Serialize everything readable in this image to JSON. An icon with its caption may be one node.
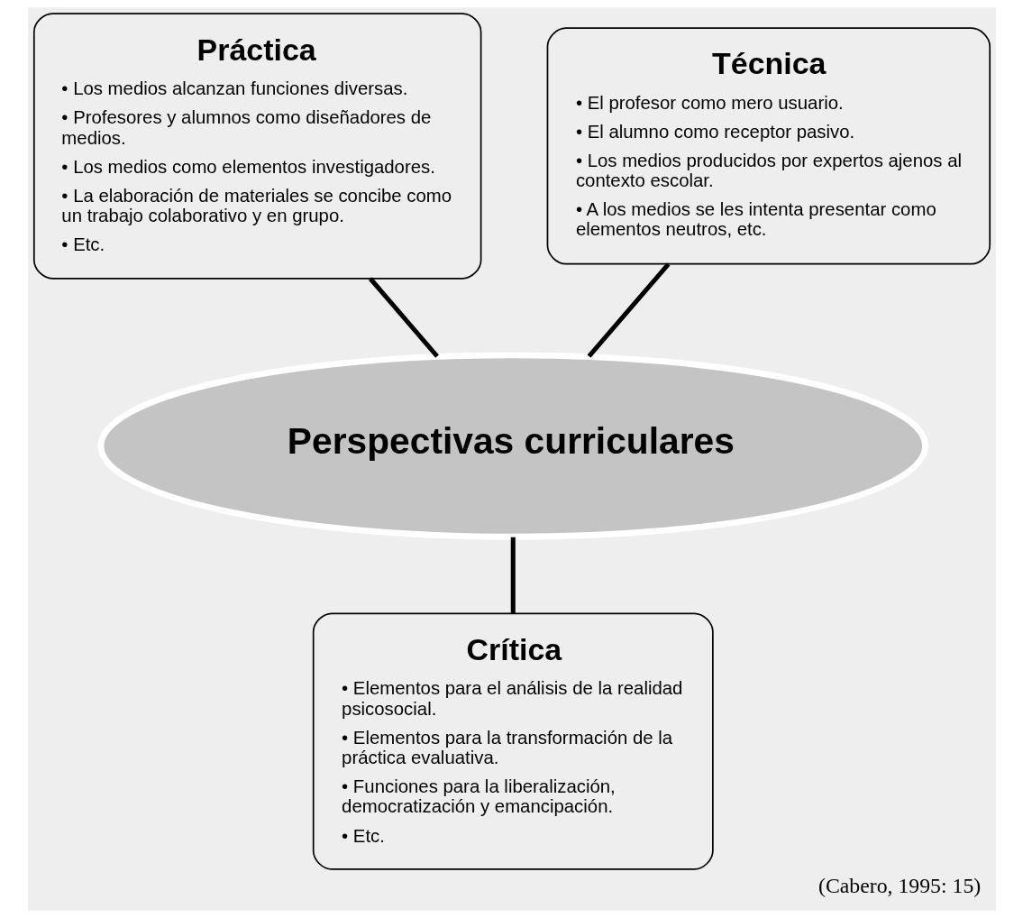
{
  "diagram": {
    "caption": "(Cabero, 1995: 15)",
    "nodes": [
      {
        "text": [
          "Práctica",
          "• Los medios alcanzan funciones diversas.",
          "• Profesores y alumnos como diseñadores de medios.",
          "• Los medios como elementos investigadores.",
          "• La elaboración de materiales se concibe como un trabajo colaborativo y en grupo.",
          "• Etc."
        ]
      },
      {
        "text": [
          "Técnica",
          "• El profesor como mero usuario.",
          "• El alumno como receptor pasivo.",
          "• Los medios producidos por expertos ajenos al contexto escolar.",
          "• A los medios se les intenta presentar como elementos neutros, etc."
        ]
      },
      {
        "text": [
          "Perspectivas curriculares"
        ]
      },
      {
        "text": [
          "Crítica",
          "• Elementos para el análisis de la realidad psicosocial.",
          "• Elementos para la transformación de la práctica evaluativa.",
          "• Funciones para la liberalización, democratización y emancipación.",
          "• Etc."
        ]
      }
    ],
    "edges": [
      {
        "from": 0,
        "to": 2,
        "arrow": "none"
      },
      {
        "from": 1,
        "to": 2,
        "arrow": "none"
      },
      {
        "from": 2,
        "to": 3,
        "arrow": "none"
      }
    ]
  }
}
